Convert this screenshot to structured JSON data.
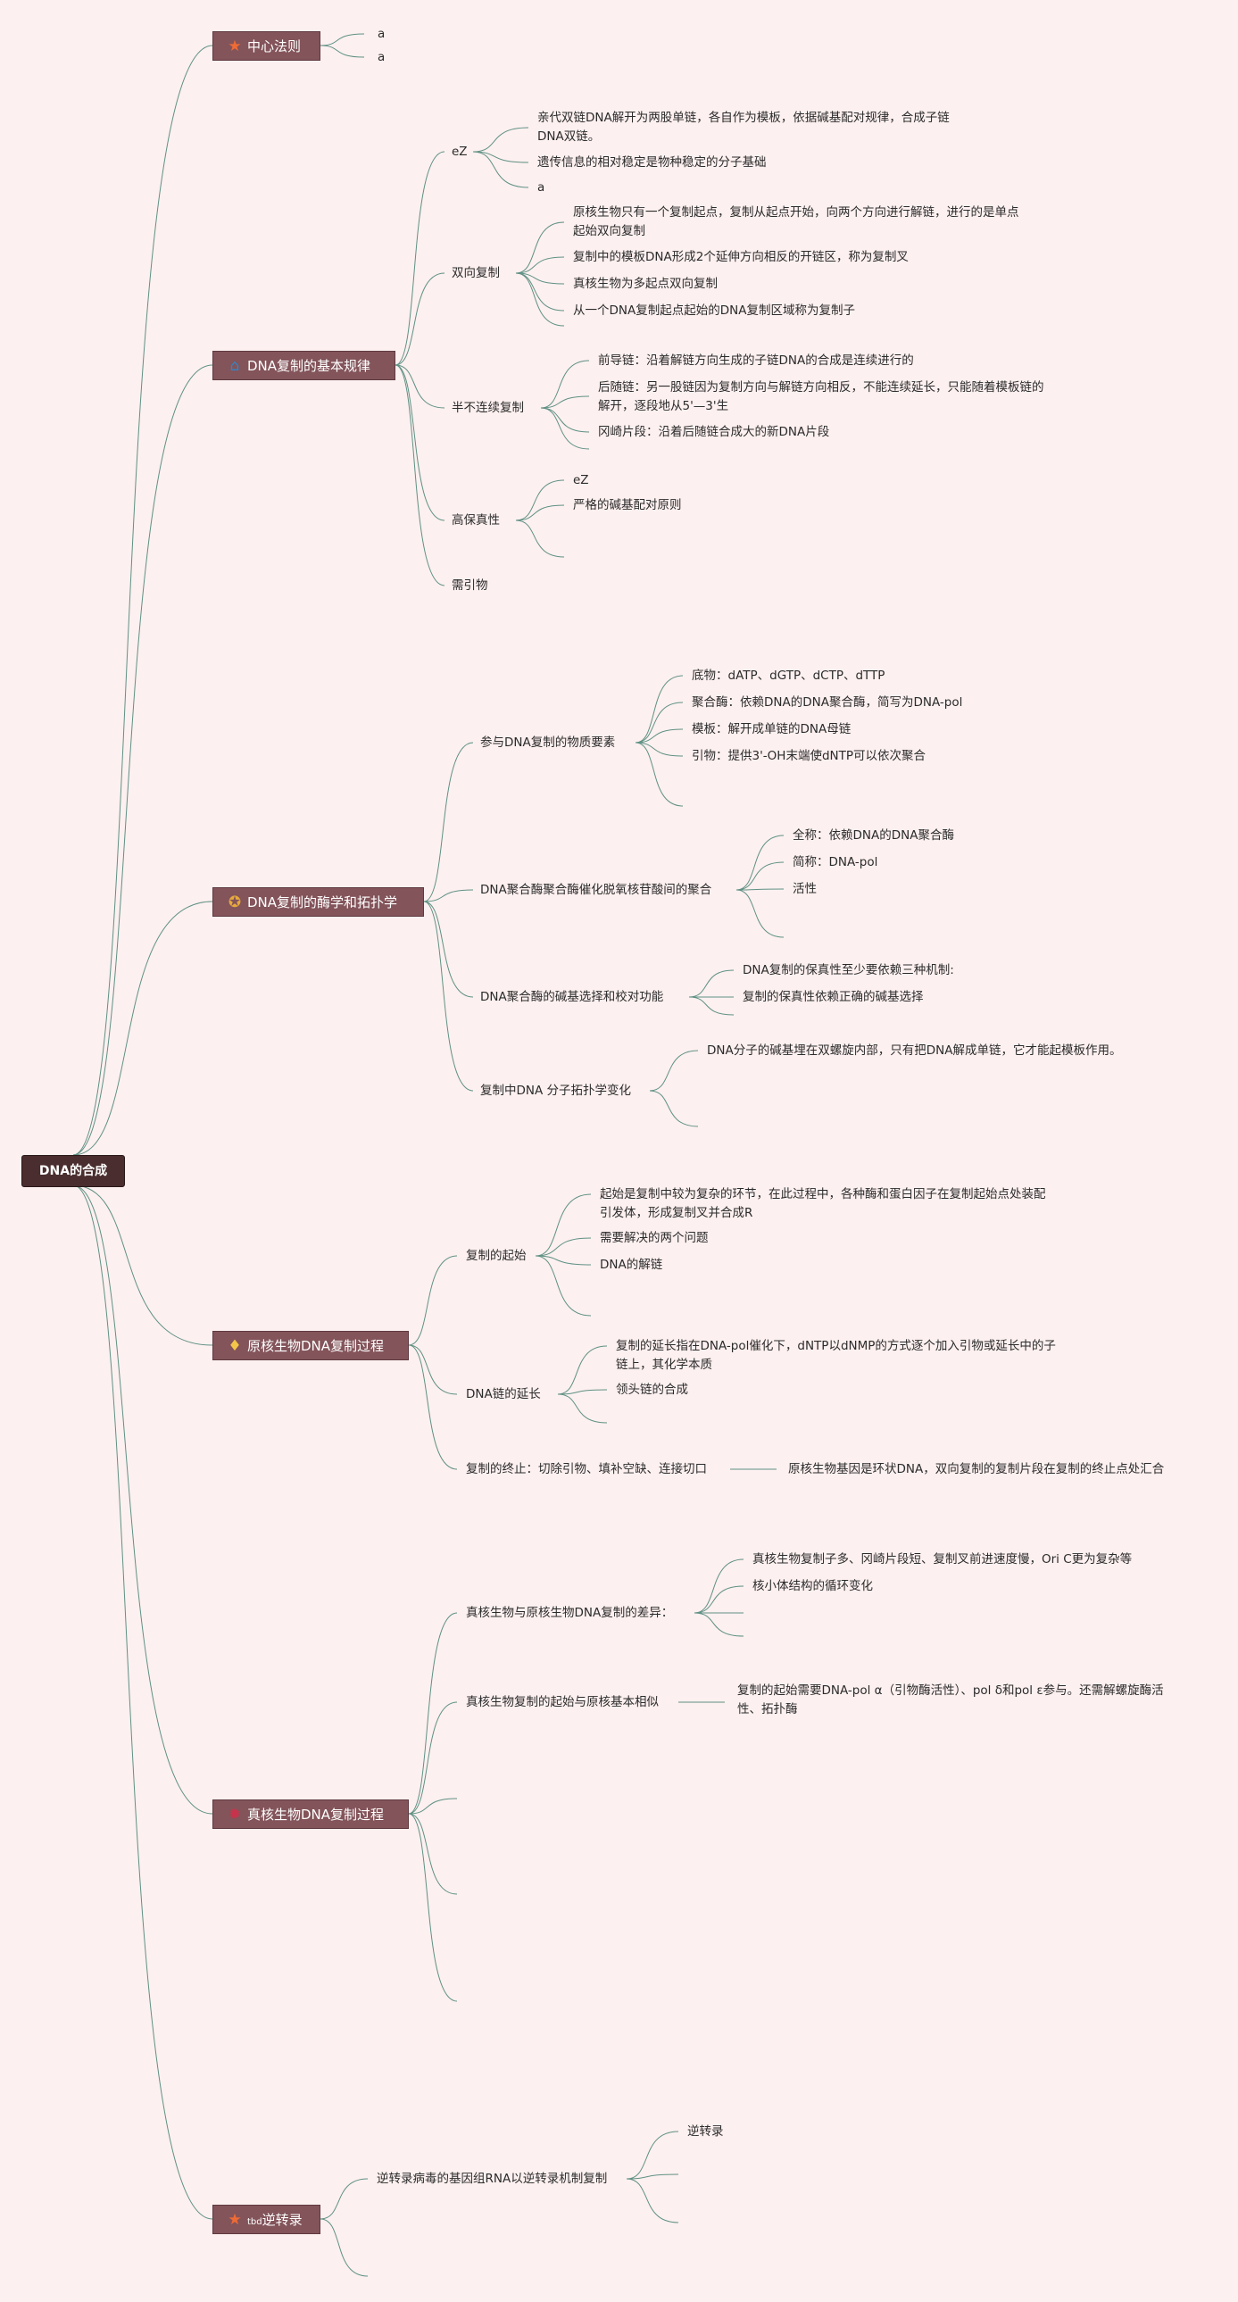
{
  "root": "DNA的合成",
  "branches": {
    "b1": {
      "label": "中心法则",
      "icon": "star-icon",
      "children": [
        "a",
        "a"
      ]
    },
    "b2": {
      "label": "DNA复制的基本规律",
      "icon": "home-icon",
      "ez": {
        "label": "eZ",
        "items": [
          "亲代双链DNA解开为两股单链，各自作为模板，依据碱基配对规律，合成子链DNA双链。",
          "遗传信息的相对稳定是物种稳定的分子基础",
          "a"
        ]
      },
      "bidir": {
        "label": "双向复制",
        "items": [
          "原核生物只有一个复制起点，复制从起点开始，向两个方向进行解链，进行的是单点起始双向复制",
          "复制中的模板DNA形成2个延伸方向相反的开链区，称为复制叉",
          "真核生物为多起点双向复制",
          "从一个DNA复制起点起始的DNA复制区域称为复制子"
        ]
      },
      "semi": {
        "label": "半不连续复制",
        "items": [
          "前导链：沿着解链方向生成的子链DNA的合成是连续进行的",
          "后随链：另一股链因为复制方向与解链方向相反，不能连续延长，只能随着模板链的解开，逐段地从5'—3'生",
          "冈崎片段：沿着后随链合成大的新DNA片段"
        ]
      },
      "fid": {
        "label": "高保真性",
        "items": [
          "eZ",
          "严格的碱基配对原则"
        ]
      },
      "primer": "需引物"
    },
    "b3": {
      "label": "DNA复制的酶学和拓扑学",
      "icon": "award-icon",
      "mat": {
        "label": "参与DNA复制的物质要素",
        "items": [
          "底物：dATP、dGTP、dCTP、dTTP",
          "聚合酶：依赖DNA的DNA聚合酶，简写为DNA-pol",
          "模板：解开成单链的DNA母链",
          "引物：提供3'-OH末端使dNTP可以依次聚合"
        ]
      },
      "pol": {
        "label": "DNA聚合酶聚合酶催化脱氧核苷酸间的聚合",
        "items": [
          "全称：依赖DNA的DNA聚合酶",
          "简称：DNA-pol",
          "活性"
        ]
      },
      "sel": {
        "label": "DNA聚合酶的碱基选择和校对功能",
        "items": [
          "DNA复制的保真性至少要依赖三种机制:",
          "复制的保真性依赖正确的碱基选择"
        ]
      },
      "topo": {
        "label": "复制中DNA 分子拓扑学变化",
        "items": [
          "DNA分子的碱基埋在双螺旋内部，只有把DNA解成单链，它才能起模板作用。"
        ]
      }
    },
    "b4": {
      "label": "原核生物DNA复制过程",
      "icon": "diamond-icon",
      "init": {
        "label": "复制的起始",
        "items": [
          "起始是复制中较为复杂的环节，在此过程中，各种酶和蛋白因子在复制起始点处装配引发体，形成复制叉并合成R",
          "需要解决的两个问题",
          "DNA的解链"
        ]
      },
      "elong": {
        "label": "DNA链的延长",
        "items": [
          "复制的延长指在DNA-pol催化下，dNTP以dNMP的方式逐个加入引物或延长中的子链上，其化学本质",
          "领头链的合成"
        ]
      },
      "term": {
        "label": "复制的终止：切除引物、填补空缺、连接切口",
        "items": [
          "原核生物基因是环状DNA，双向复制的复制片段在复制的终止点处汇合"
        ]
      }
    },
    "b5": {
      "label": "真核生物DNA复制过程",
      "icon": "bug-icon",
      "diff": {
        "label": "真核生物与原核生物DNA复制的差异：",
        "items": [
          "真核生物复制子多、冈崎片段短、复制叉前进速度慢，Ori C更为复杂等",
          "核小体结构的循环变化"
        ]
      },
      "sim": {
        "label": "真核生物复制的起始与原核基本相似",
        "items": [
          "复制的起始需要DNA-pol α（引物酶活性）、pol δ和pol ε参与。还需解螺旋酶活性、拓扑酶"
        ]
      }
    },
    "b6": {
      "label": "逆转录",
      "icon": "star-icon",
      "icon_text": "tbd",
      "rv": {
        "label": "逆转录病毒的基因组RNA以逆转录机制复制",
        "items": [
          "逆转录"
        ]
      }
    }
  },
  "colors": {
    "background": "#fdf0f0",
    "branch": "#83545a",
    "root": "#4a2d2e",
    "line": "#5f9184",
    "star": "#ef6b35",
    "home": "#2f86c8",
    "award": "#e7a93c",
    "diamond": "#f3c64a",
    "bug": "#c8334b"
  }
}
